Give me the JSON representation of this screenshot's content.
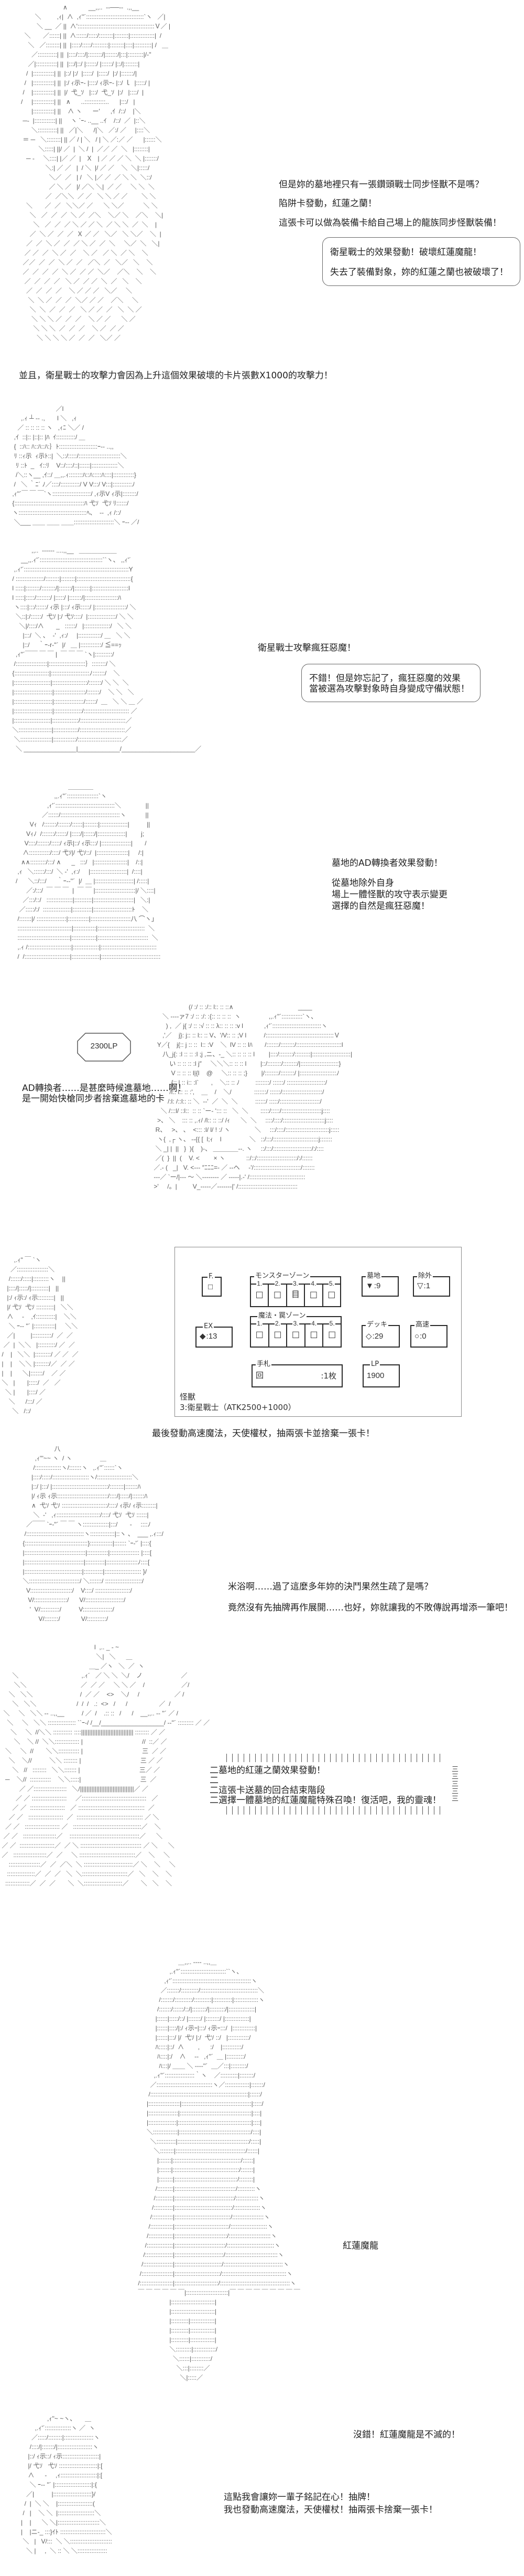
{
  "scene1": {
    "lines": [
      "但是妳的墓地裡只有一張鑽頭戰士同步怪獸不是嗎？",
      "陷阱卡發動，紅蓮之蘭！",
      "這張卡可以做為裝備卡給自己場上的龍族同步怪獸裝備！"
    ],
    "bubble": [
      "衛星戰士的效果發動！破壞紅蓮魔龍！",
      "失去了裝備對象，妳的紅蓮之蘭也被破壞了！"
    ]
  },
  "scene2": {
    "narration": "並且，衛星戰士的攻擊力會因為上升這個效果破壞的卡片張數X1000的攻擊力！"
  },
  "scene3": {
    "line": "衛星戰士攻擊瘋狂惡魔！",
    "bubble": [
      "不錯！但是妳忘記了，瘋狂惡魔的效果",
      "當被選為攻擊對象時自身變成守備狀態！"
    ]
  },
  "scene4": {
    "lines": [
      "墓地的AD轉換者效果發動！",
      "從墓地除外自身",
      "場上一體怪獸的攻守表示變更",
      "選擇的自然是瘋狂惡魔！"
    ]
  },
  "scene5": {
    "lp_badge": "2300LP",
    "lines": [
      "AD轉換者……是甚麼時候進墓地……啊！",
      "是一開始快槍同步者捨棄進墓地的卡"
    ]
  },
  "field": {
    "f_zone": {
      "label": "F.",
      "symbol": "□"
    },
    "ex_deck": {
      "label": "EX",
      "symbol": "◆",
      "count": ":13"
    },
    "monster_zone": {
      "label": "モンスターゾーン",
      "slots": [
        {
          "num": "1.",
          "symbol": "□"
        },
        {
          "num": "2.",
          "symbol": "□"
        },
        {
          "num": "3.",
          "symbol": "目"
        },
        {
          "num": "4.",
          "symbol": "□"
        },
        {
          "num": "5.",
          "symbol": "□"
        }
      ]
    },
    "spell_trap_zone": {
      "label": "魔法・罠ゾーン",
      "slots": [
        {
          "num": "1.",
          "symbol": "□"
        },
        {
          "num": "2.",
          "symbol": "□"
        },
        {
          "num": "3.",
          "symbol": "□"
        },
        {
          "num": "4.",
          "symbol": "□"
        },
        {
          "num": "5.",
          "symbol": "□"
        }
      ]
    },
    "graveyard": {
      "label": "墓地",
      "symbol": "▼",
      "count": ":9"
    },
    "banished": {
      "label": "除外",
      "symbol": "▽",
      "count": ":1"
    },
    "deck": {
      "label": "デッキ",
      "symbol": "◇",
      "count": ":29"
    },
    "speed": {
      "label": "高速",
      "symbol": "○",
      "count": ":0"
    },
    "hand": {
      "label": "手札",
      "symbol": "回",
      "count": ":1枚"
    },
    "lp": {
      "label": "LP",
      "value": "1900"
    },
    "monsters_heading": "怪獸",
    "monster_entry": "3:衛星戰士（ATK2500+1000）"
  },
  "scene6": {
    "line": "最後發動高速魔法，天使權杖，抽兩張卡並捨棄一張卡！"
  },
  "scene7": {
    "lines": [
      "米浴啊……過了這麼多年妳的決鬥果然生疏了是嗎？",
      "竟然沒有先抽牌再作展開……也好，妳就讓我的不敗傳說再增添一筆吧！"
    ]
  },
  "scene8": {
    "panel_lines": [
      "二墓地的紅蓮之蘭效果發動！",
      "二",
      "二這張卡送墓的回合結束階段",
      "二選擇一體墓地的紅蓮魔龍特殊召喚！復活吧，我的靈魂！"
    ],
    "panel_right": [
      "三",
      "三",
      "三",
      "三",
      "三"
    ],
    "caption": "紅蓮魔龍"
  },
  "scene9": {
    "lines": [
      "沒錯！紅蓮魔龍是不滅的！",
      "這點我會讓妳一輩子銘記在心！抽牌！",
      "我也發動高速魔法，天使權杖！抽兩張卡捨棄一張卡！"
    ]
  },
  "art": {
    "a": [
      "                        ∧            __,,..  -‐──‐-  .,,__",
      "        ＼         ,ｨ|  ∧  ,ｨ''´:::::::::::::::::::::::::::::::::`ヽ   ／|",
      "         ＼ __  ／ ||  ∧'::::::::::::::::::::::::::::::::::::::::::::Ｖ／ |",
      "  ＼       ／::::::| ||  ∧::::::/:::::/::::::::|::::::::|::::::::::::::|  /",
      "    ＼   ／::::::::| ||  |:::::/:::::/:::::::::|::::::::|::::|::::::::::| /   ＿",
      "      ／:::::::::::| ||  |::::/::::/|::::::::/|:::::::/|:::|:::::::::|/‐''",
      "    ／|::::::::::::| ||  |:::/|::/ |::::::/ |::::::/ |::/|::::::::|",
      "   /  |::::::::::::| ||  |::/ |:/  |:::::/  |:::::/  |:/ |:::::::/|",
      "  /   |::::::::::::| ||  |:/ ｨ示ｰ‐ |::::/ ｨ示ｰ‐ |::/ ｌ  |:::::/ |",
      " /    |::::::::::::| ||  |/  弋_ｿ   |:::/  弋_ｿ  |:/   |::::/  |",
      "/     |::::::::::::| ||   ∧      ..::::::::::::..      |:::/   |",
      "      |::::::::::::| ||    ∧ ヽ      ー'      ,ｲ  /::/    |＼",
      " ─‐  |::::::::::::| ||     ヽ `ｰ- ..__ ..ｲ    /::/  ／  |::＼",
      "      ＼:::::::::::| ||   ／|＼      /|＼   ／:/ ／     |::::＼",
      " ＝ ─   ＼::::::::| || ／ / | ＼   / | ＼ ／:／ ／      |::::::＼",
      "          ＼:::::| ||/ ／  |  ＼ /  |  ／／ ／  ＼   |::::::::|",
      "   ─ ‐     ＼::::| |／ ／  |   Ｘ   | ／ ／ ／ ＼  ＼ |:::::::/",
      "              ＼:| ／ ／   |  / ＼  |/ ／ ／    ＼  ＼|:::::/",
      "                ＼／  ／   | /   ＼ |／ ／  ／ ＼ ＼  ＼::/",
      "                ／ ＼ ／   |/ ／＼ ＼|  ／ ／     ＼ ＼  ＼",
      "              ／  ／＼＼  ／ ／   ＼ ＼ ／ ／        ＼ ＼",
      "   ＼       ／  ／   ＼＼／ ／      ＼ ＼／           ＼ ＼",
      "     ＼   ／  ／  ／  ＼ ／  ／＼    ＼／ ＼    ／＼    ＼|",
      "       ＼   ／  ／  ／ ＼ ／ ／ ＼  ／ ＼ ＼  ／  ＼    |",
      "     ／  ＼ ／  ／  ／  Ｘ ／ ／   ＼／   ＼ ＼／    ＼  |",
      "   ／  ／  ＼ ／  ／  ／ ＼ ／  ／  ＼     ＼／  ＼   ＼|",
      "  ／ ／  ／  ＼ ／  ／    ＼ ／   ／ ＼  ／ ＼    ＼",
      " ／／  ／  ／  ＼ ／  ／   ／＼  ／   ＼／   ＼    ＼",
      " ／  ／  ／  ／  ＼ ／  ／ ／  ＼／    ／＼    ＼    ＼",
      "  ／  ／  ／  ／   ＼ ／  ／ ／  ＼  ／   ＼    ＼",
      "   ／  ／  ／  ／    ＼ ／ ／ ／   ＼／     ＼",
      "    ＼  ＼ ／  ／  ／  ＼／ ／ ／    ／＼     ＼",
      "     ＼  ＼  ／  ／  ／   ＼ ／ ／  ／   ＼  ＼ ／",
      "      ＼ ＼ ＼ ／  ／  ／    ＼ ／ ／      ＼ ／",
      "       ＼ ＼ ＼  ／  ／  ／    ＼ ／  ／ ／",
      "         ＼ ＼ ＼ ＼ ／  ／  ／   ＼／ ／"
    ],
    "b": [
      "                          ／l",
      "      ,.ｨ ┴ ‐- .,       l ＼   ,ｨ",
      "    ／ :: :: :: :: ヽ   ,ｨﾆ ＼／ /",
      "  ,ｲ  ::|:: |::|:: |ﾊ  ｲ:::::::::::/ ＿",
      "  {  ::ﾊ:: ﾊ::ﾊ::ﾊ:｝ﾄ::::::::::::::::::::::ｰ-- ..,,",
      "  ﾘ ::ｨ示  ｨ示ﾄ::|  ＼::/:::::/::::::::::::::::::::::::＼",
      "   ﾘ ::ﾄ  _   ｲ::ﾘ    V::/::::/::|::::::|:::::::::::::::＼",
      "   /＼::ヽ__ ,ｲ::/ ＿,,.ｨ::::::::ﾊ::ﾊ:::::ﾊ::::|::::::::::::}",
      "  /   ＼ ｀ﾆ´ ﾉ／::::/:::::::::::/ V V:::/ V:::|:::::::::::ﾉ",
      " ,ｨ''´￣ ￣ ￣`ヽ::::::::::::::::::::::/ ,ｨ示V ｨ示|::::::::/",
      " {::::::::::::::::::::::::::::::::::::::::ﾊ 弋ｿ  弋ｿ ﾘ::::::/",
      " ヽ:::::::::::::::::::::::::::::::::::::::ﾍ、  ‐‐  ,ｨ /::/",
      "  ＼___ ＿＿ ＿＿ ＿＿:::::::::::::::::::::::＼ ｰ-‐ ／/"
    ],
    "c": [
      "            ,,..  -‐‐-‐‐ ....,,__   ＿＿＿＿＿＿",
      "      __,,.ｨ'´::::::::::::::::::::::::::::::::::::``ヽ、 ,,ｨ'´",
      "  ,.ｨ'´::::::::::::::::::::::::::::::::::::::::::::::::::::::::::::Y",
      " / ::::::::::::::::/::::::::|::::::::|:::::::::::::::::::::::::::::::{",
      " l :::::|::::::::/::::::::/|:::::::/|:::::::::|:::::::::::::::::::::l",
      " l :::::|:::::/::::::::/ |:::::/ |:::::::/|:::::::::::::::::::ﾊ",
      "  ヽ::::|:::/::::::/ ｨ示 |:::/ ｨ示:::::/ |::::::::::::::::::/ ＼",
      "   ＼::|:/::::::/  弋ｿ |:/ 弋ｿ::::/  |::::::::::::::::/ ＼ ＼",
      "     ＼|/::::/∧       _   ::::::/   |:::::::::::::::/   ＼ ＼",
      "       |:::/  ＼ 、  ‐'  ,ｨ:/     |:::::::::::::/ ＿   ＼ ＼",
      "       |::/     ｀ｰ-r‐''´  |/   ＿ |::::::::::::/ ≦==ｯ",
      "   ,ｨ''´￣￣ ￣ ￣ |  ￣ ￣ ￣ `ヽ|::::::::::/",
      "  /::::::::::::::::::|:::::::::::::::::::::｝::::::::/ ＼",
      " {::::::::::::::::::::|::::::::::::::::::::::ﾉ:::::::/    ＼",
      " |:::::::::::::::::::::|::::::::::::::::::::/:::::::/ ＼ ＼  ＼",
      " |::::::::::::::::::::::|::::::::::::::::::/:::::::/    ＼ ＼   ＼",
      " |::::::::::::::::::::::|:::::::::::::::::/::::::/  ＿   ＼ ＼ ＿ ／",
      " |::::::::::::::::::::::|::::::::::::::::/:::::::::::::::::::::::::: ／",
      " |:::::::::::::::::::::|:::::::::::::::/::::::::::::::::::::::::::／",
      " ＼:::::::::::::::::::|::::::::::::::/::::::::::::::::::::::::::／",
      "  ＼::::::::::::::::::|:::::::::::::/:::::::::::::::::::::::::／",
      "   ＼ _______________|____________/_____________________／"
    ],
    "d": [
      "                              ＿＿＿＿",
      "                      ,,.ｨ''´::::::::::::::::::`ヽ",
      "                  ,ｨ'´::::::::::::::::::::::::::::::::::＼              ||",
      "               ／::::::/::::::::::::::::::::::::::::::::::ヽ           ||",
      "        Vｨ   /:::::::/:::::::/::::::|::::::::|::::::::::::::::|          ||",
      "      Vｨﾉ  /:::::::/::::::/ |:::::/|::::::/|::::::::::::::::|        j;",
      "     V::::/:::::::/:::::/ ｨ示|::/ ｨ示:::/ |:::::::::::::::::|       /",
      "    ∧::::::::::::/::::/ 弋ｿ|/ 弋ｿ::/  |::::::::::::::::::|     /:|",
      "   ∧∧:::::::::/:::/ ∧      _   :::/   |:::::::::::::::::::|    /::|",
      " ,ｨ   ＼::::::/:::/  ＼ ‐'  ,ｨ:/     |:::::::::::::::::::::|  /::::|",
      "/      ＼::/:::/      ｀ｰ-‐''´  |/  ＿ |::::::::::::::::::::::| /:::::|",
      "      ／:/:::/  ￣ ￣ ￣  |  ￣ ￣ |:::::::::::::::::::::::|/ ＼::::|",
      "    ／:::/::/   :::::::::::::::|::::::::::|:::::::::::::::::::::::|   ＼:|",
      "  ／:::::/:/  ::::::::::::::::|:::::::::::|::::::::::::::::::::::ﾄ    ＼",
      " /:::::::|/ :::::::::::::::::|::::::::::::|:::::::::::::::::::::::八 ⌒ヽ」",
      " :::::::::::::::::::::::::::::::|:::::::::::::|:::::::::::::::::::::::::::  ＼",
      " ::::::::::::::::::::::::::::::|::::::::::::::|:::::::::::::::::::::::::::::  ＼",
      " ,.ｨ /:::::::::::::::::::::::::|:::::::::::::::|::::::::::::::::::::::::::::::::",
      " /  /::::::::::::::::::::::::::|::::::::::::::::|::::::::::::::::::::::::::::::::::"
    ],
    "e": [
      "                     (/ :/ :: :/:: l:: :: ::∧                                     ____",
      "      ＼ ‐‐‐‐ァ7 :/ :: :/: :{:: :: :: ::  ヽ                ,,.ｨ''´::::::::::::`ヽ、",
      "        ) ,  ／ j{ :/ :: :√ :: :: λ:: :: :: :v l            ,ｨ'´::::::::::::::::::::::::::::ヽ",
      "      ,'／    j}: j:: :: l:: :: V、'/V:: :: ;V l          /:::::::::::::::::::::::::::::::::::::::Ｖ",
      "   Y／{    j{:: j :: ::  l:: :V    ＼  lV :: :: lﾊ       /:::::::/::::::::/::::::::::::::::::::::::::l",
      "      八_j{: :l :: :: :l ;j ,ニ、-_ ＼:: :: :: :: l        |::::/::::::::/:::::::::|::::::::::::::::::::::|",
      "          い :: :: :: :l j″     ＼＼＼:: :: :: l        |::/::::::::/::::::::/|::::::::::::::::::::::}",
      "           V :: :: :: l|{l    @     ＼:: :: :: ;}        |/::::::::/::::::::/ |:::::::::::::::::::::ﾉ",
      "           {:: l :: i:: :l`       ,    ＼:: :: ﾉ         ::::::::/ ::::::/ ::::::::::::::::::::::/",
      "          /l:: l:: :: :',    ＿    /    ＼/             :::::::/ ::::::/:::::::::::::::::::::::/",
      "         /:l: /::l:: :: ＼  ‐‐'  ／  ＼  ＼          ::::::/ :::::/:::::::::::::::::::::::/",
      "     ＼ /:::l/ ::l::  :: :: `ー‐ '::: ::   ＼  ＼       :::::/:::::/:::::::::::::::::::::::j::::",
      "   >、 ＼    ::: :: ,.ｨ/ /l:: :: ::/ /ｨ      ＼  ＼     ::::/::::/::::::::::::::::::::::::j::::",
      "  R、   >、 、  <::: :l/ l/ ! :/ ヽ              ＼     :::/::::/:::::::::::::::::::::::::j:::::",
      "   ヽ{  ,┌ ヽ、 ‐‐{{ [  l;ｨ    l                ＼   ::/:::/::::::::::::::::::::::::::j:::::::",
      "  ＼ _| |  ||   }  ){    )‐、 ＿＿＿＿‐‐. ヽ     ::/:::/::::::::::::::::::::::/:/::::",
      "  ／(  }  ||  (    V. <        × ヽ            ::/::/:::::::::::::::::::::::/:/::::::",
      " ／.‐ (   _|   V. <‐‐‐ ″ﾆﾆﾆ=‐ ／ ‐‐ヘ     ‐'/:::::::::::::::::::::::::::/:::::::",
      " ‐‐‐／ `ー/|‐‐‐ ～ ＼‐‐‐‐‐‐‐‐ ／ ‐‐‐‐‐|.‐' /::::::::::::::::::::::::::::::::",
      " >'     /。|         V_‐‐‐‐‐／‐‐‐‐‐‐‐|' /::::::::::::::::::::::::::::::::::"
    ],
    "f": [
      "        ,.ｨ'' ￣ `ヽ",
      "      ／::::::::::::::::::＼",
      "     /::::::/:::::|:::::::::ヽ    ||",
      "    |::::/|:::::/|::::::::::|   ||",
      "    |:/ ｨ示:/ ｨ示:::::::::|   ||",
      "    |/ 弋ｿ  弋ｿ ::::::::::|   ＼＼",
      "    ∧     -    ,ｲ:::::::::::|    ＼＼",
      "     ＼ ｰ-‐ ''´ |::::::::::::|     ＼＼",
      "    ／|         |:::::::::::/  ／  ／",
      "  ／  |  ＼＼   |::::::::::/ ／  ／",
      " /    |   ＼＼  |:::::::::/ ／ ／  ／",
      " |    |    ＼＼ |::::::::/／  ／ ／",
      " |    |      ＼|:::::::/    ／ ／",
      " ＼   |       |:::::/  ／   ／",
      "   ＼ |       |::::/ ／",
      "     ＼      /:::/ ／",
      "       ＼   /::/"
    ],
    "g": [
      "                   八",
      "        ,ｨ'''~~ ヽ  / ヽ                ＿",
      "       /:::::::::::::::ヽ/:::::::ヽ   ,.ｨ''´::::::`ヽ",
      "      |::::/:::::/:::::::::::::::::::::ヽ/::::::::::::::::::::＼",
      "      |::/ |:::/ |::::::::::::::::::::::::::::::::/::::::::|:::::::ﾊ",
      "      |/ ｨ示 ｨ示:::::::::::::::::::::::::::::/::::/|:::::/|:::::::ﾊ",
      "      ∧  弋ｿ 弋ｿ ::::::::::::::::::::::::::/::::/ ｨ示/ ｨ示::::::::|",
      "       ＼  ‐'   ,ｨ:::::::::::::::::::::::::/::::/ 弋ｿ  弋ｿ ::::::|",
      "   ／￣￣ `ｰ‐''´ ￣ ￣ ヽ:::::::::::::::|:::/       ‐     ::::ﾉ",
      "  /:::::::::::::::::::::::::::::::::ヽ::::::::::::::|::ヽ 、  ___ ,.ｨ:::/",
      " {::::::::::::::::::::::::::::::::::::}:::::::::::::|::::::: `ｰ‐'´ |::::{",
      " |:::::::::::::::::::::::::::::::::::|::::::::::::|::::::::::::::::: |::::[",
      " |::::::::::::::::::::::::::::::::::|:::::::::::|::::::::::::::::::ﾉ::::[",
      " |:::::::::::::::::::::::::::::::::|:::::::::::|::::::::::::::::::::: }/",
      " ＼:::::::::::::::::::::::::::::/ ＼:::::::/ :::::::::::::::::::::/",
      "   V::::::::::::::::::::::::/    V::::/ ::::::::::::::::::::/",
      "    V/:::::::::::::::::::/      V/::::::::::::::::::::::/",
      "     '  V/:::::::::::/          V:::::::::::::::::/",
      "          V/::::::::/            V/:::::::::::/"
    ],
    "h1": [
      "                                                      l  ,.. _ ‐ ~",
      "                                                       ＼|   ＼      ＿",
      "                                                   ＿_ ／ヽ   ＼  ／  ヽ",
      "       ＼                                    ,.ｨ´   ／ ＼ ＼  ＼/    ノ                      ／",
      "        ＼＼                               ／  ／ ／     ＼ ＼ ／    /                     ／/",
      "     ＼   ＼＼                           /  ／ ／    <>    ＼/     /                    ／ /",
      "       ＼   ＼＼                       /  /  /   .:  <>   /      /                  ／  /",
      "  ＼     ＼   ＼＼ ‐‐ ..,,__          / ／  /    .:: ::   /      /    __,,.. ‐‐ ''´ ／ /",
      "    ＼     ＼   ＼＼ :::::::::::::::: ``ｰ-/ /__/__________________/ ‐‐''´ ::::::::: ／ ／",
      "      ＼     ＼  //＼＼ ::::::::::: ::::|||||||||||||||||||||||||||||||| :::::::: ／ ／",
      "        ＼    ＼ //  ＼＼:::::::::::::: |                                  //  ::／ ／",
      "   ＼     ＼  //       ＼＼:::::::::::: |                                  三  ／ ／",
      "     ＼    ＼//          ＼＼ :::::::: |                                  三 ／ ／",
      "       ＼   //   ::::::::   ＼＼::::::: |                                  三／ ／",
      "   ─    ＼//  ::::::::::::    ＼＼:::::|                                  三  ／",
      "           ／ ／:::::::::::::::::::   ＼/|||||||||||||||||||||||||||||||||／ ／",
      "         ／ ／ ::::::::::::::::::::     ／:::::::::::::::::::::::::::::::::::::   ／",
      "       ／ ／  ::::::::::::::::::::   ／ ::::::::::::::::::::::::::::::::::::::  ／",
      "     ／ ／   ::::::::::::::::::::  ／  :::::::::::::::::::::::::::::::::::::: ／ ＼",
      "   ／ ／   :::::::::::::::::::: ／   :::::::::::::::::::::::::::::::::::::::／    ＼",
      "  ／ ／   :::::::::::::::::::／    ::::::::::::::::::::::::::::::::::::::::／      ＼",
      " ／ ／  ::::::::::::::::::::／  ／ ＼ ::::::::::::::::::::::::::::::::::: ／ ＼      ＼",
      " ／   :::::::::::::::::::／  ／     ＼ ::::::::::::::::::::::::::::::::／    ＼     ＼",
      "     ::::::::::::::::::／  ／  ／＼  ＼ ::::::::::::::::::::::::::::／ ＼    ＼     ＼",
      "    ::::::::::::::::／  ／  ／   ＼  ＼::::::::::::::::::::::::::／   ＼    ＼    ＼",
      "   ::::::::::::::／  ／  ／       ＼  ＼::::::::::::::::::::::／       ＼   ＼    ＼"
    ],
    "h2": [
      "                        ＿,,.. -‐‐- ..,,＿",
      "                   ,.ｨ''´::::::::::::::::::::::::::``ヽ、",
      "                ,ｨ'´:::::::::::::::::::::::::::::::::::::::::::::ヽ",
      "              ／:::::::/::::::::::/:::::::::::::::::::::::::::::::::＼",
      "             /:::::::/::::::::::/::::::::::|:::::::::::|::::::::::::::ヽ",
      "            /:::::::/::::::/::/|::::::::/|:::::::::/|:::::::::::::::|",
      "           |::::::|:::::/::/ |:::::::/ |::::::::/ |::::::::::::::|",
      "           |::::::|::::/|:/ ｨ示ｰ|:::/ ｨ示ｰ:::/  |:::::::::::::|",
      "           |::::::|:::/ |/  弋ｿ |:/  弋ｿ ::/   |::::::::::::/",
      "           ﾊ:::::|::/  ∧        ,      :/    |:::::::::::/",
      "            ﾊ::::|:/    ∧     ‐‐   ,ｨ''´  ＿ |::::::::::/",
      "             ﾊ:::|/ ＿＿ ＼ ‐‐‐‐''´  ＿／:::|:::::::::/",
      "          ,.ｨ''´:::::::::::::::::｀ヽ    ／::::::::::|::::::::/",
      "        ／::::::::::::::::::::::::::::::::ヽ／::::::::::::::|:::::::/",
      "       /::::::::::::::::::::::::::::::::::::::::::::::::::::::::|::::::/",
      "      |::::::::::::::::::|::::::::::::::::::::::::::::::::::::::::|:::::/",
      "      |:::::::::::::::::|:::::::::::::::::::::::::::::::::::::::::|::::|",
      "      |::::::::::::::::|::::::::::::::::::::::::::::::::::::::::::|::::|",
      "      ＼::::::::::::::|:::::::::::::::::::::::::::::::::::::::::/::::|",
      "        ＼:::::::::::|:::::::::::::::::::::::::::::::::::::::::/:::::|",
      "          ＼::::::::|::::::::::::::::::::::::::::::::::::::::/::::::|",
      "            |:::::::|:::::::::::::::::::::::::::::::::::::::/::::::|",
      "            |:::::::|::::::::::::::::::::::::::::::::::::::/:::::::|",
      "            |::::::::|::::::::::::::::::::::::::::::::::::/::::::::|",
      "           /:::::::::|:::::::::::::::::::::::::::::::::::/::::::::::ヽ",
      "          /::::::::::|::::::::::::::::::::::::::::::::::/:::::::::::::ヽ",
      "         /:::::::::::|:::::::::::::::::::::::::::::::::/:::::::::::::::ヽ",
      "        /::::::::::::|::::::::::::::::::::::::::::::::/::::::::::::::::::ヽ",
      "       /:::::::::::::|:::::::::::::::::::::::::::::::/:::::::::::::::::::::ヽ",
      "      /::::::::::::::|::::::::::::::::::::::::::::::/::::::::::::::::::::::::ヽ",
      "     /:::::::::::::::|:::::::::::::::::::::::::::::/:::::::::::::::::::::::::::ヽ",
      "    /::::::::::::::::|::::::::::::::::::::::::::::/::::::::::::::::::::::::::::::ヽ",
      "   /:::::::::::::::::|:::::::::::::::::::::::::::/::::::::::::::::::::::::::::::::::ヽ",
      "  /::::::::::::::::::|::::::::::::::::::::::::::/:::::::::::::::::::::::::::::::::::::ヽ",
      " /:::::::::::::::::::|:::::::::::::::::::::::::/::::::::::::::::::::::::::::::::::::::::ヽ",
      " ￣ ￣ ￣ ￣ ￣ ￣|::::::::::::::::::::::::|￣ ￣ ￣ ￣ ￣ ￣ ￣ ￣ ￣",
      "                   |:::::::::::::::::::::::::|",
      "                   |:::::::::::::::::::::::::|",
      "                   |::::::::::|::::::::::::::|",
      "                   |::::::::::|::::::::::::::|",
      "                   |::::::::::|::::::::::::::|",
      "                   ＼:::::::::|:::::::::::::/",
      "                     ＼::::::|:::::::::::/",
      "                       ＼:::|::::::::／",
      "                         ＼|:::::／"
    ],
    "i": [
      "               ,ｨ''~ ~ヽ、     ＿",
      "        ,.ｨ'´:::::::::::::::ヽ ／  ヽ",
      "      ／:::::/::::::::|:::::::::::::::::ヽ",
      "     /::::/|:::::::/|::::::::::::::::::::ヽ",
      "    |::/ ｨ示::/ ｨ示:::::::::::::::::::::|",
      "    |/ 弋ｿ   弋ｿ ::::::::::::::::::::::|:[",
      "    ∧      ‐     ,ｨ:::::::::::::::::::::|:[",
      "     ＼ ｰ-‐ ''´ |:::::::::::::::::::::|:{",
      "   ／|          |::::::::::::::::::::::}/",
      "  /  |  ＼ ＼    |::::::::::::::::::::(",
      " /   |    ＼ ＼  |:::::::::::::::::::::＼",
      "|    |      ＼ ＼|::::::::::::::::::::::::＼",
      "|    |ニ-_ :::}ｲﾄ ::::::::::::::::::::::::::＼",
      " ＼   |   V/:::  ＼ ＼::::::::::::::::::::::::",
      "   ＼ |     ,  ＼ :: ＼ ＼:::::::::::::::::"
    ]
  }
}
